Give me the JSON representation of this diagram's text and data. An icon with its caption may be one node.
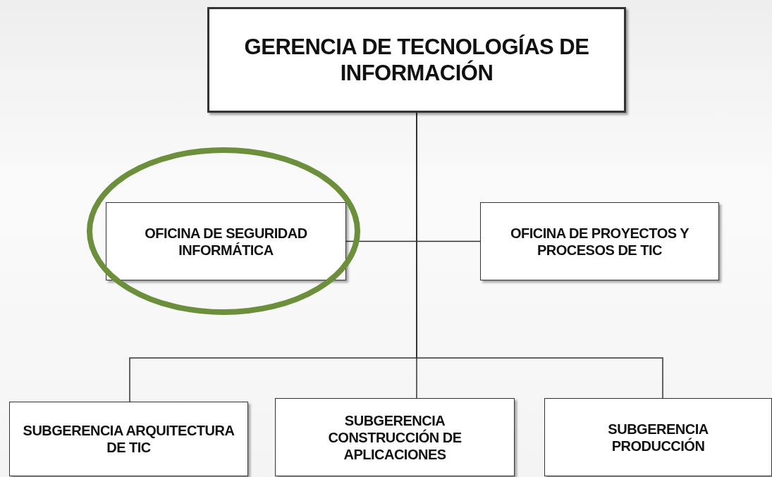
{
  "diagram": {
    "nodes": [
      {
        "text": [
          "GERENCIA DE TECNOLOGÍAS DE INFORMACIÓN"
        ]
      },
      {
        "text": [
          "OFICINA DE SEGURIDAD INFORMÁTICA"
        ]
      },
      {
        "text": [
          "OFICINA DE PROYECTOS Y PROCESOS DE TIC"
        ]
      },
      {
        "text": [
          "SUBGERENCIA ARQUITECTURA DE TIC"
        ]
      },
      {
        "text": [
          "SUBGERENCIA CONSTRUCCIÓN DE APLICACIONES"
        ]
      },
      {
        "text": [
          "SUBGERENCIA PRODUCCIÓN"
        ]
      }
    ],
    "edges": [
      {
        "from": 0,
        "to": 1,
        "arrow": "none"
      },
      {
        "from": 0,
        "to": 2,
        "arrow": "none"
      },
      {
        "from": 0,
        "to": 3,
        "arrow": "none"
      },
      {
        "from": 0,
        "to": 4,
        "arrow": "none"
      },
      {
        "from": 0,
        "to": 5,
        "arrow": "none"
      }
    ]
  }
}
